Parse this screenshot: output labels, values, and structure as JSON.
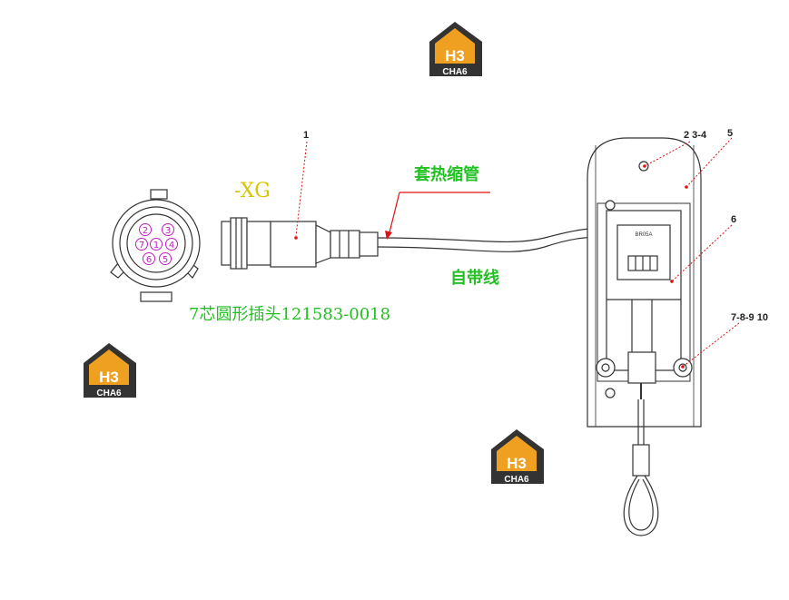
{
  "logo": {
    "top_text": "H3",
    "bottom_text": "CHA6"
  },
  "labels": {
    "connector_designation": "-XG",
    "heat_shrink": "套热缩管",
    "own_cable": "自带线",
    "plug_description": "7芯圆形插头121583-0018"
  },
  "pins": [
    "1",
    "2",
    "3",
    "4",
    "5",
    "6",
    "7"
  ],
  "callouts": {
    "p1": "1",
    "p234": "2 3-4",
    "p5": "5",
    "p6": "6",
    "p78910": "7-8-9 10"
  },
  "device_marking": "BR05A",
  "colors": {
    "label_green": "#22c022",
    "label_yellow": "#d9c400",
    "leader_red": "#e01010",
    "pin_magenta": "#c020c0",
    "logo_dark": "#333333",
    "logo_orange": "#f0a020"
  }
}
